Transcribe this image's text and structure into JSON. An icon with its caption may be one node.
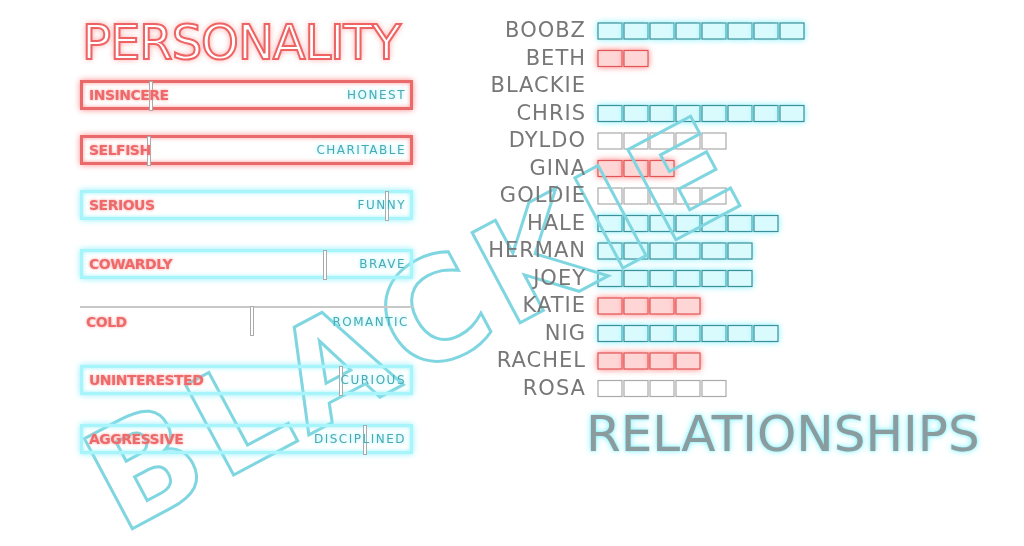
{
  "diagram": {
    "nodes": [
      {
        "text": [
          "INSINCERE",
          "HONEST"
        ]
      },
      {
        "text": [
          "SELFISH",
          "CHARITABLE"
        ]
      },
      {
        "text": [
          "SERIOUS",
          "FUNNY"
        ]
      },
      {
        "text": [
          "COWARDLY",
          "BRAVE"
        ]
      },
      {
        "text": [
          "COLD",
          "ROMANTIC"
        ]
      },
      {
        "text": [
          "UNINTERESTED",
          "CURIOUS"
        ]
      },
      {
        "text": [
          "AGGRESSIVE",
          "DISCIPLINED"
        ]
      }
    ],
    "labels": [
      "PERSONALITY",
      "BOOBZ",
      "BETH",
      "BLACKIE",
      "CHRIS",
      "DYLDO",
      "GINA",
      "GOLDIE",
      "HALE",
      "HERMAN",
      "JOEY",
      "KATIE",
      "NIG",
      "RACHEL",
      "ROSA",
      "RELATIONSHIPS",
      "BLACKIE"
    ]
  }
}
